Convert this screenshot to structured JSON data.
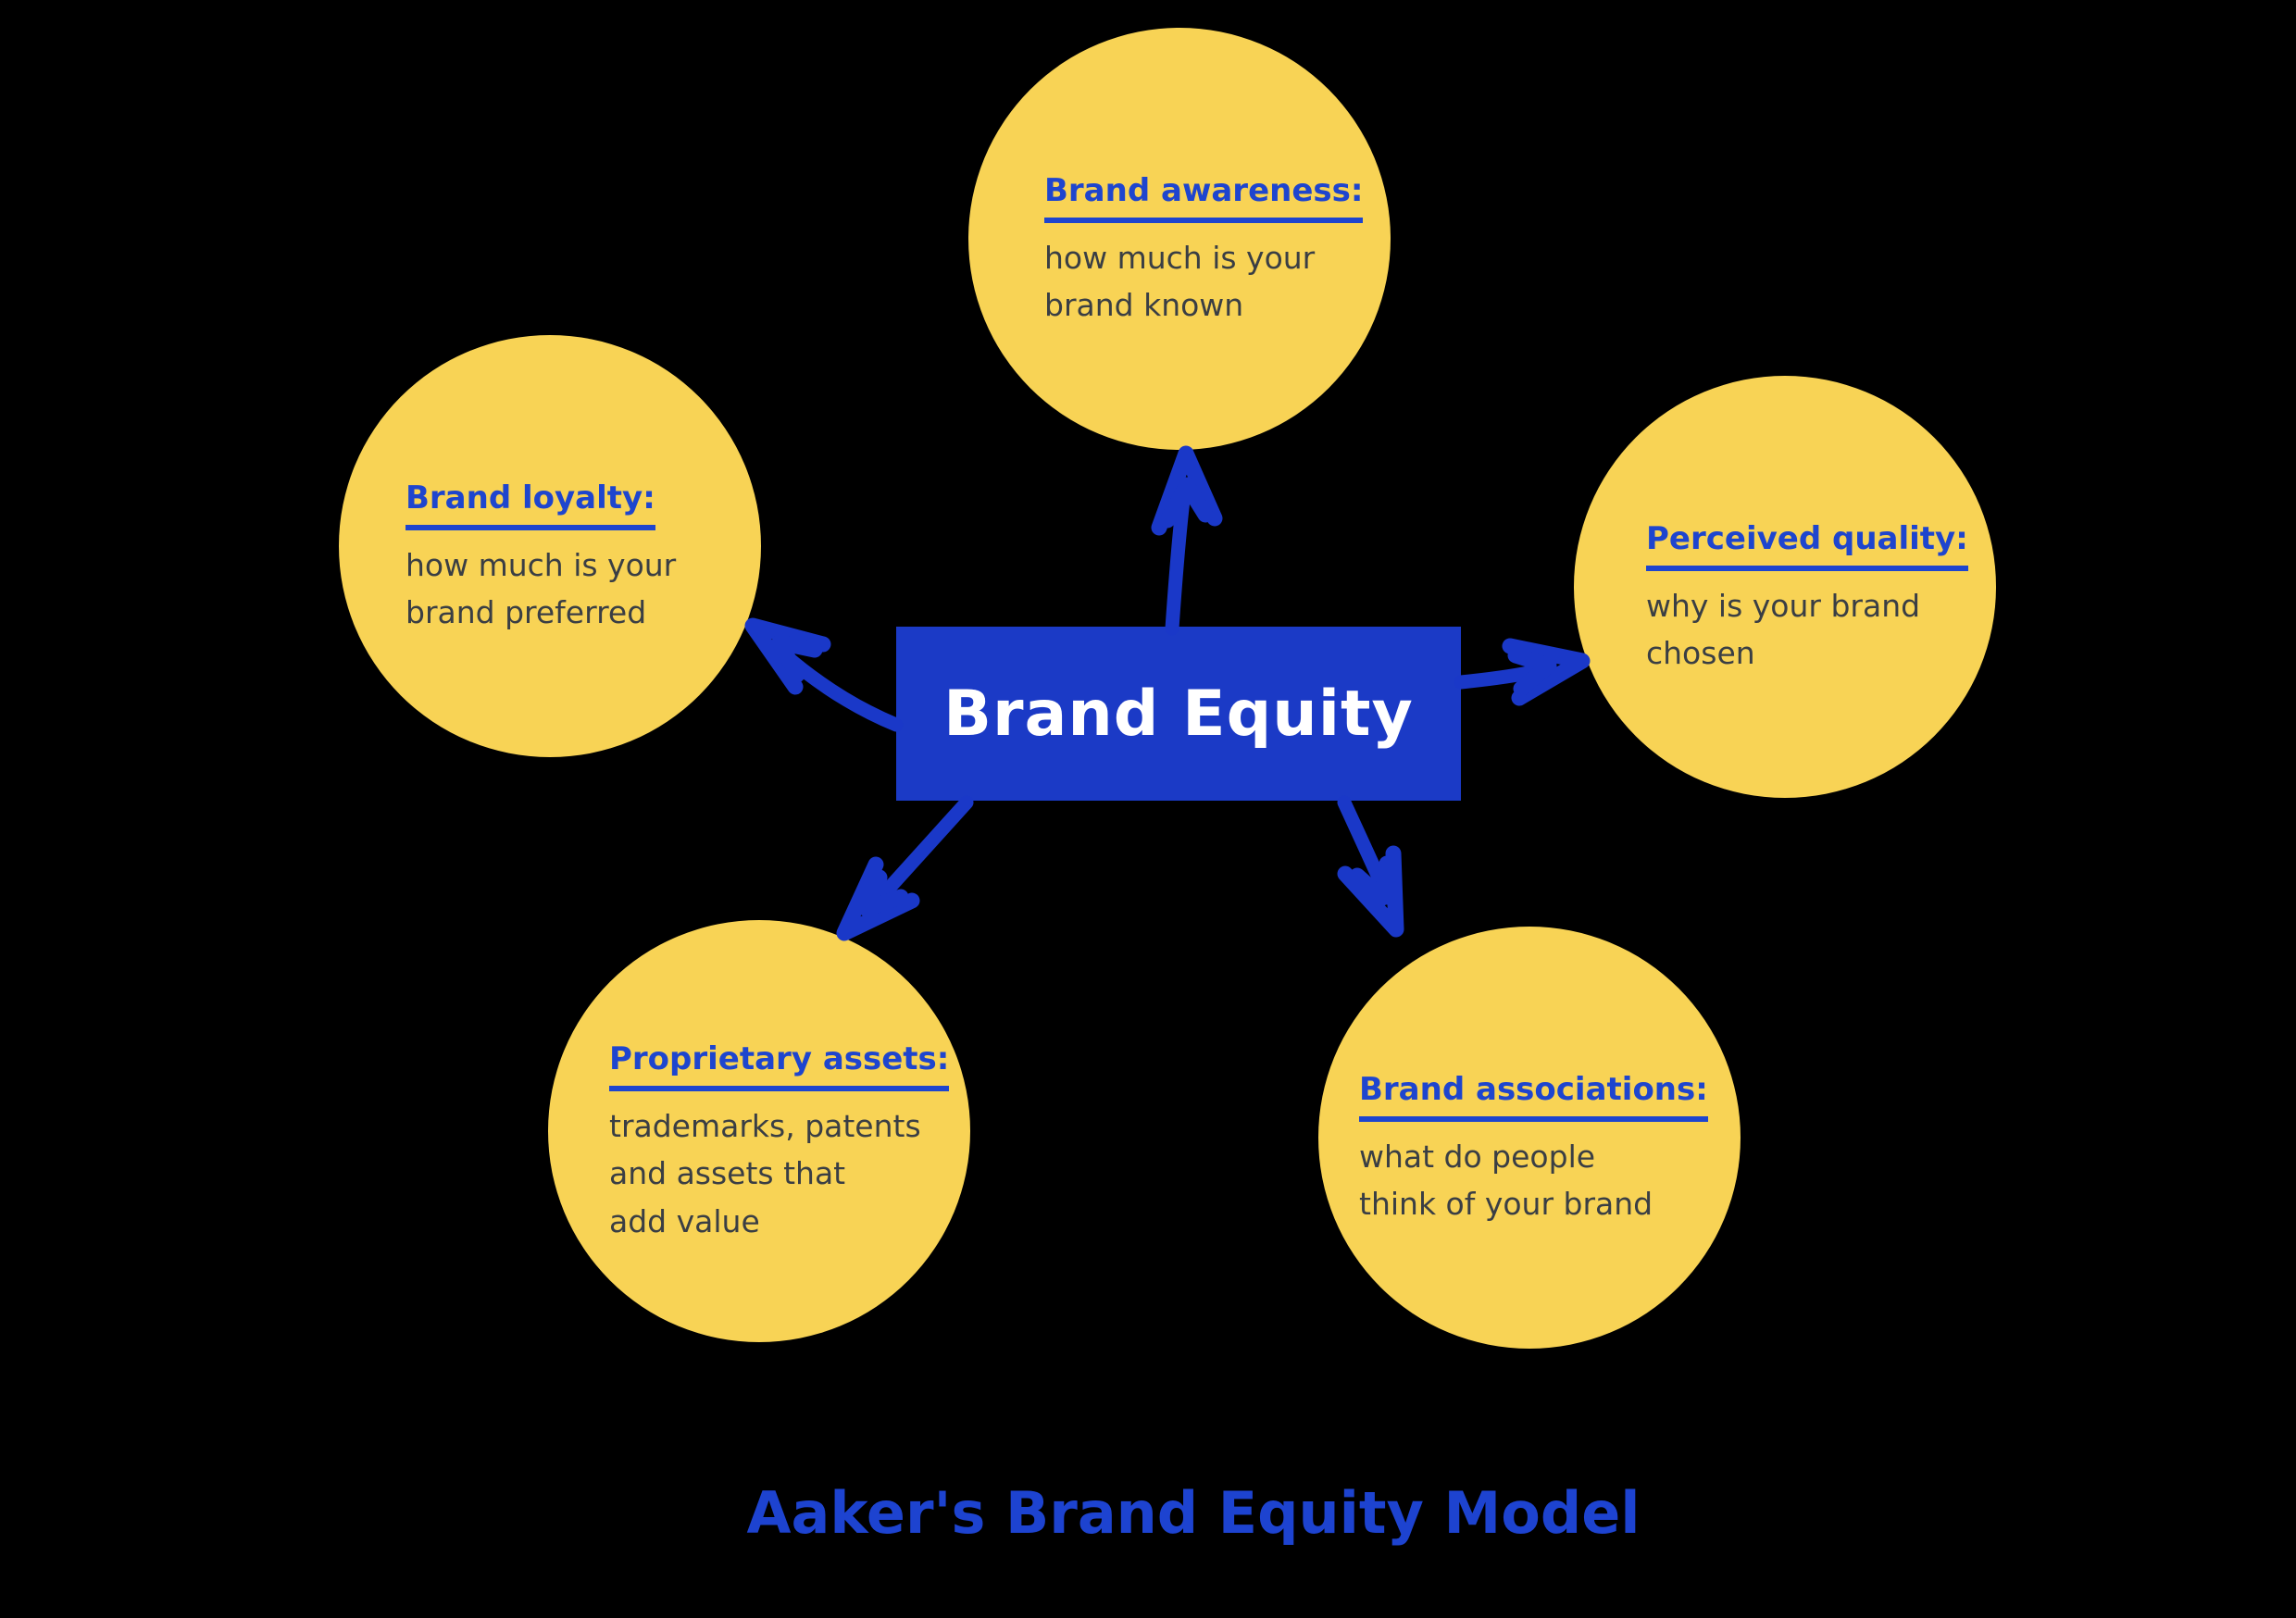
{
  "title": {
    "text": "Aaker's Brand Equity Model"
  },
  "center_node": {
    "label": "Brand Equity"
  },
  "nodes": [
    {
      "id": "brand-awareness",
      "heading": "Brand awareness:",
      "body": "how much is your\nbrand known"
    },
    {
      "id": "brand-loyalty",
      "heading": "Brand loyalty:",
      "body": "how much is your\nbrand preferred"
    },
    {
      "id": "perceived-quality",
      "heading": "Perceived quality:",
      "body": "why is your brand\nchosen"
    },
    {
      "id": "proprietary-assets",
      "heading": "Proprietary assets:",
      "body": "trademarks, patents\nand assets that\nadd value"
    },
    {
      "id": "brand-associations",
      "heading": "Brand associations:",
      "body": "what do people\nthink of your brand"
    }
  ],
  "colors": {
    "background": "#000000",
    "circle_fill": "#F8D355",
    "center_fill": "#1B3AC6",
    "center_text": "#FFFFFF",
    "heading_blue": "#1E45CE",
    "arrow_blue": "#1A38C8",
    "body_text": "#3A3E44",
    "title_blue": "#1D43D0"
  }
}
